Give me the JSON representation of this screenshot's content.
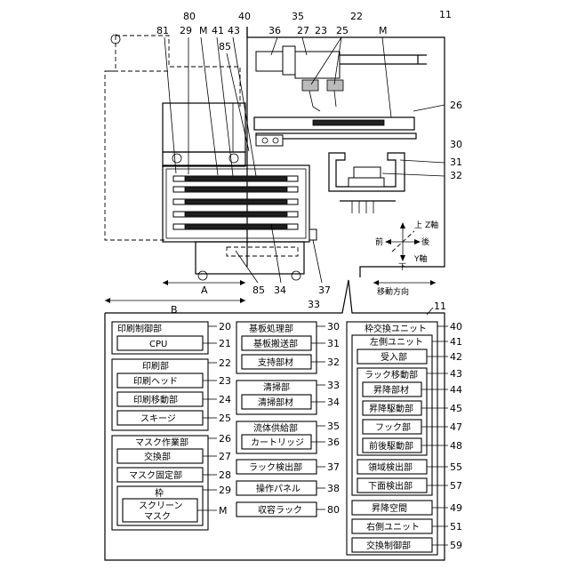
{
  "top_labels": {
    "n80": "80",
    "n40": "40",
    "n35": "35",
    "n22": "22",
    "n11": "11",
    "n81": "81",
    "n29": "29",
    "nM1": "M",
    "n41": "41",
    "n43": "43",
    "n85a": "85",
    "n36": "36",
    "n27": "27",
    "n23": "23",
    "n25": "25",
    "nM2": "M",
    "n26": "26",
    "n30": "30",
    "n31": "31",
    "n32": "32",
    "n85b": "85",
    "n34": "34",
    "n37": "37",
    "n33": "33",
    "dimA": "A",
    "dimB": "B"
  },
  "axes": {
    "up": "上",
    "z": "Z軸",
    "front": "前",
    "back": "後",
    "down": "下",
    "y": "Y軸"
  },
  "move_direction": "移動方向",
  "block_ref": "11",
  "left_column": [
    {
      "label": "印刷制御部",
      "num": "20"
    },
    {
      "label": "CPU",
      "num": "21"
    },
    {
      "label": "印刷部",
      "num": "22"
    },
    {
      "label": "印刷ヘッド",
      "num": "23"
    },
    {
      "label": "印刷移動部",
      "num": "24"
    },
    {
      "label": "スキージ",
      "num": "25"
    },
    {
      "label": "マスク作業部",
      "num": "26"
    },
    {
      "label": "交換部",
      "num": "27"
    },
    {
      "label": "マスク固定部",
      "num": "28"
    },
    {
      "label": "枠",
      "num": "29"
    },
    {
      "label": "スクリーン",
      "label2": "マスク",
      "num": "M"
    }
  ],
  "mid_column": [
    {
      "label": "基板処理部",
      "num": "30"
    },
    {
      "label": "基板搬送部",
      "num": "31"
    },
    {
      "label": "支持部材",
      "num": "32"
    },
    {
      "label": "清掃部",
      "num": "33"
    },
    {
      "label": "清掃部材",
      "num": "34"
    },
    {
      "label": "流体供給部",
      "num": "35"
    },
    {
      "label": "カートリッジ",
      "num": "36"
    },
    {
      "label": "ラック検出部",
      "num": "37"
    },
    {
      "label": "操作パネル",
      "num": "38"
    },
    {
      "label": "収容ラック",
      "num": "80"
    }
  ],
  "right_column": [
    {
      "label": "枠交換ユニット",
      "num": "40"
    },
    {
      "label": "左側ユニット",
      "num": "41"
    },
    {
      "label": "受入部",
      "num": "42"
    },
    {
      "label": "ラック移動部",
      "num": "43"
    },
    {
      "label": "昇降部材",
      "num": "44"
    },
    {
      "label": "昇降駆動部",
      "num": "45"
    },
    {
      "label": "フック部",
      "num": "47"
    },
    {
      "label": "前後駆動部",
      "num": "48"
    },
    {
      "label": "領域検出部",
      "num": "55"
    },
    {
      "label": "下面検出部",
      "num": "57"
    },
    {
      "label": "昇降空間",
      "num": "49"
    },
    {
      "label": "右側ユニット",
      "num": "51"
    },
    {
      "label": "交換制御部",
      "num": "59"
    }
  ]
}
